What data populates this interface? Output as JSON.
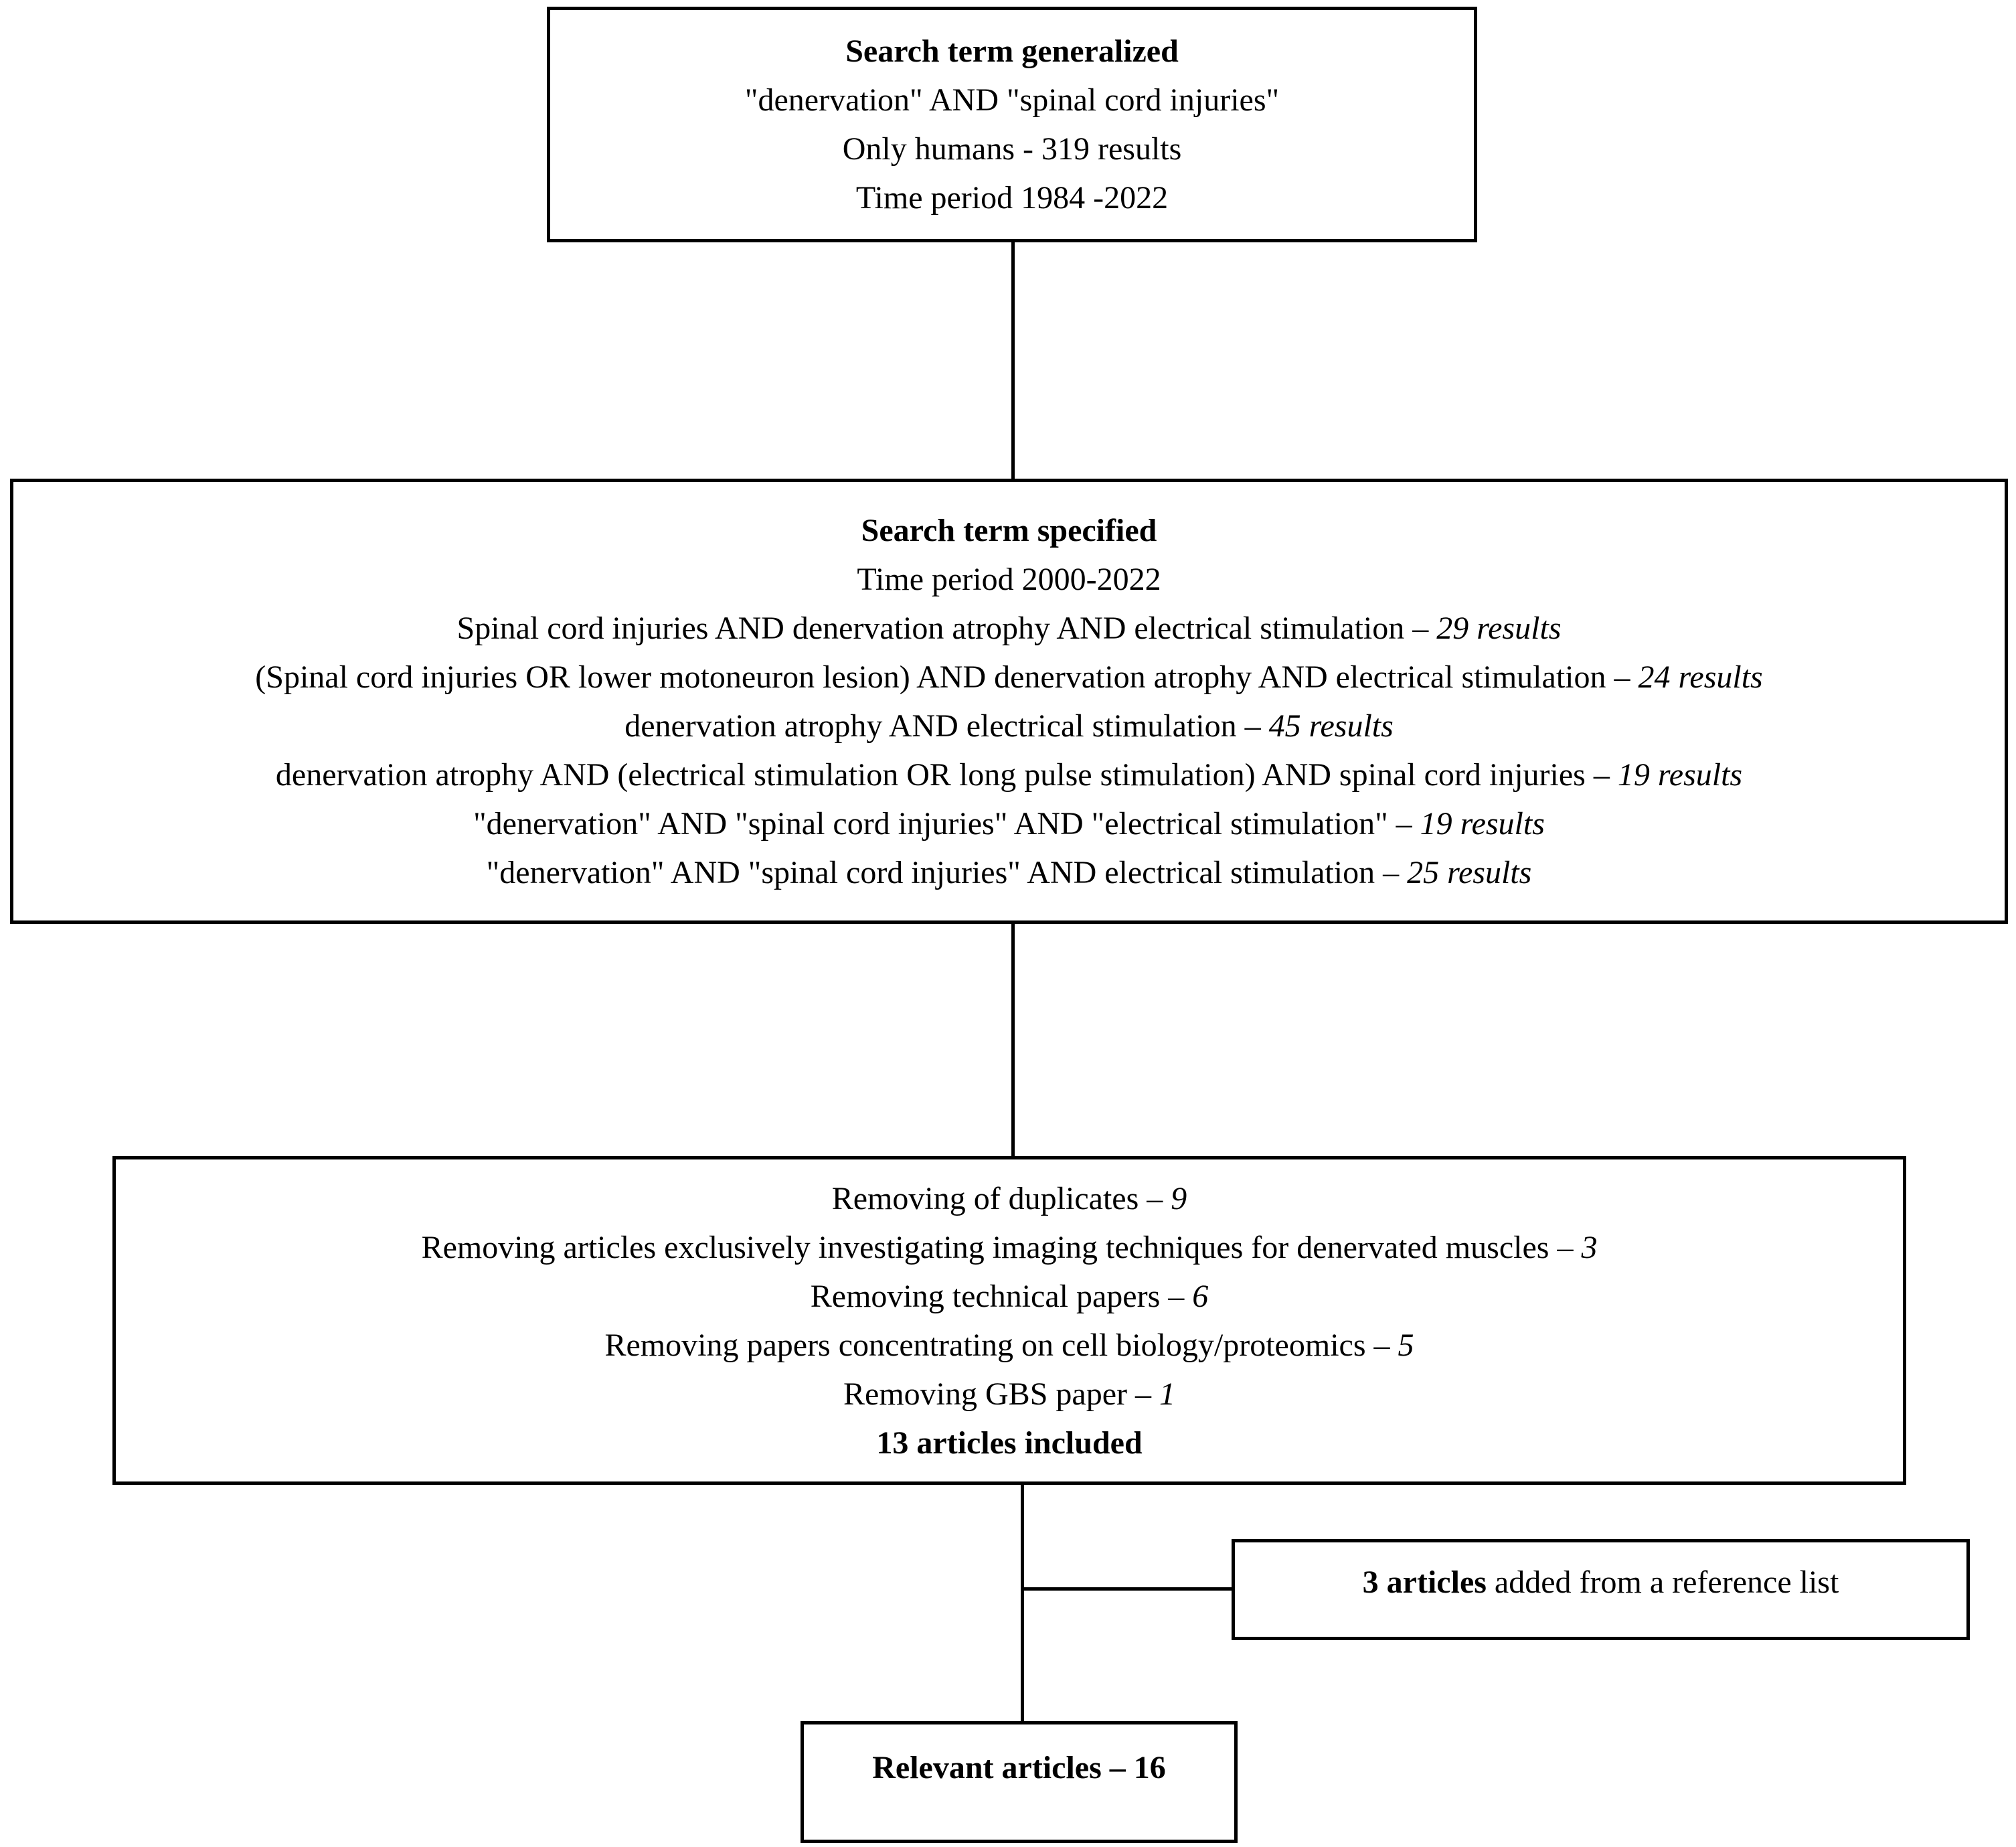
{
  "colors": {
    "background": "#ffffff",
    "box_border": "#000000",
    "text": "#000000",
    "connector": "#000000"
  },
  "flowchart": {
    "boxes": {
      "search_generalized": {
        "lines": [
          {
            "segments": [
              {
                "text": "Search term generalized",
                "style": "bold"
              }
            ]
          },
          {
            "segments": [
              {
                "text": "\"denervation\" AND \"spinal cord injuries\"",
                "style": "normal"
              }
            ]
          },
          {
            "segments": [
              {
                "text": "Only humans - 319 results",
                "style": "normal"
              }
            ]
          },
          {
            "segments": [
              {
                "text": "Time period 1984 -2022",
                "style": "normal"
              }
            ]
          }
        ]
      },
      "search_specified": {
        "lines": [
          {
            "segments": [
              {
                "text": "Search term specified",
                "style": "bold"
              }
            ]
          },
          {
            "segments": [
              {
                "text": "Time period 2000-2022",
                "style": "normal"
              }
            ]
          },
          {
            "segments": [
              {
                "text": "Spinal cord injuries AND denervation atrophy AND electrical stimulation – ",
                "style": "normal"
              },
              {
                "text": "29 results",
                "style": "italic"
              }
            ]
          },
          {
            "segments": [
              {
                "text": "(Spinal cord injuries OR lower motoneuron lesion) AND denervation atrophy AND electrical stimulation – ",
                "style": "normal"
              },
              {
                "text": "24 results",
                "style": "italic"
              }
            ]
          },
          {
            "segments": [
              {
                "text": "denervation atrophy AND electrical stimulation – ",
                "style": "normal"
              },
              {
                "text": "45 results",
                "style": "italic"
              }
            ]
          },
          {
            "segments": [
              {
                "text": "denervation atrophy AND (electrical stimulation OR long pulse stimulation) AND spinal cord injuries – ",
                "style": "normal"
              },
              {
                "text": "19 results",
                "style": "italic"
              }
            ]
          },
          {
            "segments": [
              {
                "text": "\"denervation\" AND \"spinal cord injuries\" AND \"electrical stimulation\" – ",
                "style": "normal"
              },
              {
                "text": "19 results",
                "style": "italic"
              }
            ]
          },
          {
            "segments": [
              {
                "text": "\"denervation\" AND \"spinal cord injuries\" AND electrical stimulation – ",
                "style": "normal"
              },
              {
                "text": "25 results",
                "style": "italic"
              }
            ]
          }
        ]
      },
      "screening": {
        "lines": [
          {
            "segments": [
              {
                "text": "Removing of duplicates – ",
                "style": "normal"
              },
              {
                "text": "9",
                "style": "italic"
              }
            ]
          },
          {
            "segments": [
              {
                "text": "Removing articles exclusively investigating imaging techniques for denervated muscles – ",
                "style": "normal"
              },
              {
                "text": "3",
                "style": "italic"
              }
            ]
          },
          {
            "segments": [
              {
                "text": "Removing technical papers – ",
                "style": "normal"
              },
              {
                "text": "6",
                "style": "italic"
              }
            ]
          },
          {
            "segments": [
              {
                "text": "Removing papers concentrating on cell biology/proteomics – ",
                "style": "normal"
              },
              {
                "text": "5",
                "style": "italic"
              }
            ]
          },
          {
            "segments": [
              {
                "text": "Removing GBS paper – ",
                "style": "normal"
              },
              {
                "text": "1",
                "style": "italic"
              }
            ]
          },
          {
            "segments": [
              {
                "text": "13 articles included",
                "style": "bold"
              }
            ]
          }
        ]
      },
      "reference_additions": {
        "lines": [
          {
            "segments": [
              {
                "text": "3 articles",
                "style": "bold"
              },
              {
                "text": " added from a reference list",
                "style": "normal"
              }
            ]
          }
        ]
      },
      "relevant_articles": {
        "lines": [
          {
            "segments": [
              {
                "text": "Relevant articles – 16",
                "style": "bold"
              }
            ]
          }
        ]
      }
    }
  }
}
